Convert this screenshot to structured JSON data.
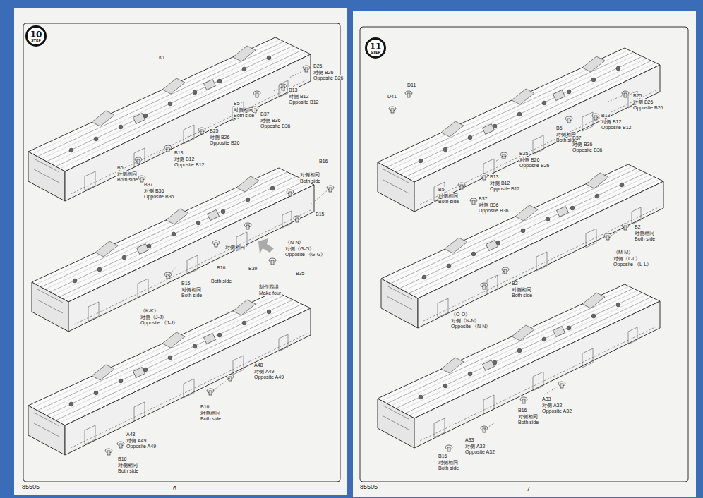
{
  "diagram": {
    "nodes": [
      {
        "text": [
          "10",
          "STEP"
        ]
      },
      {
        "text": [
          "11",
          "STEP"
        ]
      }
    ],
    "labels": [
      "K1",
      "B25",
      "对侧 B26",
      "Opposite B26",
      "B13",
      "对侧 B12",
      "Opposite B12",
      "B5",
      "对侧相同",
      "Both side",
      "B37",
      "对侧 B36",
      "Opposite B36",
      "B25",
      "对侧 B26",
      "Opposite B26",
      "B13",
      "对侧 B12",
      "Opposite B12",
      "B5",
      "对侧相同",
      "Both side",
      "B37",
      "对侧 B36",
      "Opposite B36",
      "B16",
      "对侧相同",
      "Both side",
      "B15",
      "《N-N》",
      "对侧《G-G》",
      "Opposite 《G-G》",
      "对侧相同",
      "B16",
      "Both side",
      "B39",
      "B35",
      "制作四组",
      "Make four",
      "B15",
      "对侧相同",
      "Both side",
      "《K-K》",
      "对侧《J-J》",
      "Opposite 《J-J》",
      "A48",
      "对侧 A49",
      "Opposite A49",
      "B16",
      "对侧相同",
      "Both side",
      "A48",
      "对侧 A49",
      "Opposite A49",
      "B16",
      "对侧相同",
      "Both side",
      "85505",
      "6",
      "D41",
      "D11",
      "B25",
      "对侧 B26",
      "Opposite B26",
      "B13",
      "对侧 B12",
      "Opposite B12",
      "B5",
      "对侧相同",
      "Both side",
      "B37",
      "对侧 B36",
      "Opposite B36",
      "B25",
      "对侧 B26",
      "Opposite B26",
      "B13",
      "对侧 B12",
      "Opposite B12",
      "B5",
      "对侧相同",
      "Both side",
      "B37",
      "对侧 B36",
      "Opposite B36",
      "B2",
      "对侧相同",
      "Both side",
      "《M-M》",
      "对侧《L-L》",
      "Opposite 《L-L》",
      "B2",
      "对侧相同",
      "Both side",
      "《O-O》",
      "对侧《N-N》",
      "Opposite 《N-N》",
      "A33",
      "对侧 A32",
      "Opposite A32",
      "B16",
      "对侧相同",
      "Both side",
      "A33",
      "对侧 A32",
      "Opposite A32",
      "B16",
      "对侧相同",
      "Both side",
      "85505",
      "7"
    ]
  }
}
